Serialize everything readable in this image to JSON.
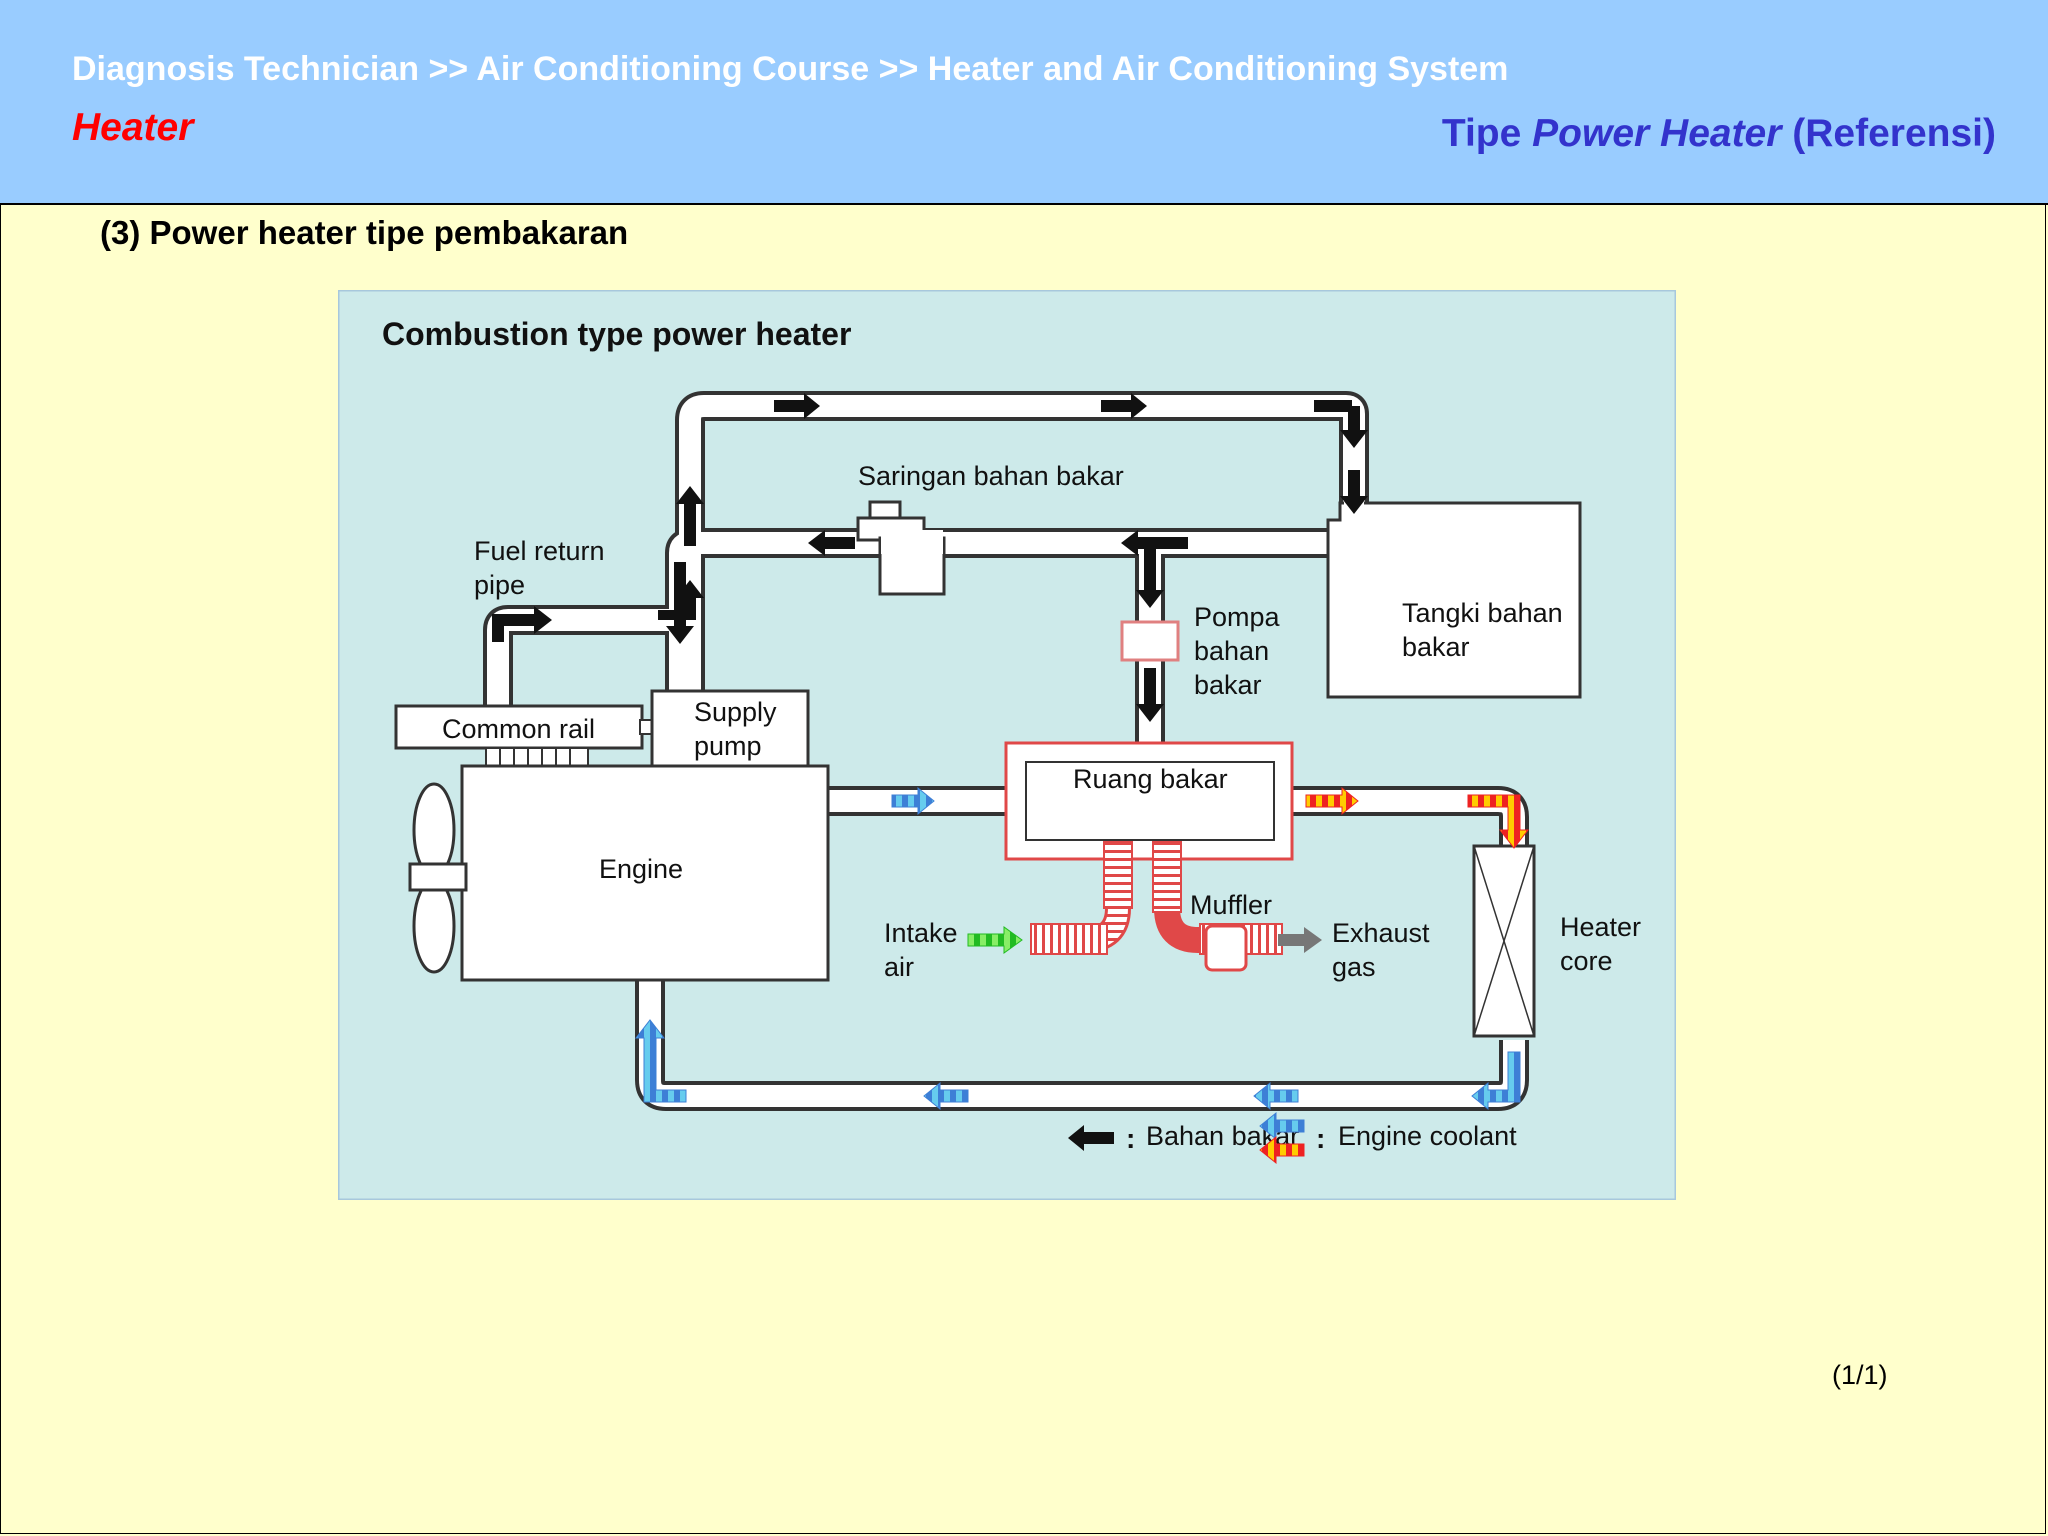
{
  "header": {
    "breadcrumb": "Diagnosis Technician >> Air Conditioning Course >> Heater and Air Conditioning System",
    "section": "Heater",
    "title_prefix": "Tipe ",
    "title_italic": "Power Heater",
    "title_suffix": " (Referensi)"
  },
  "subheading": "(3) Power heater tipe pembakaran",
  "diagram": {
    "title": "Combustion type power heater",
    "labels": {
      "filter": "Saringan bahan bakar",
      "fuel_return_1": "Fuel return",
      "fuel_return_2": "pipe",
      "pump_1": "Pompa",
      "pump_2": "bahan",
      "pump_3": "bakar",
      "tank_1": "Tangki bahan",
      "tank_2": "bakar",
      "common_rail": "Common rail",
      "supply_pump_1": "Supply",
      "supply_pump_2": "pump",
      "combustion_chamber": "Ruang bakar",
      "engine": "Engine",
      "muffler": "Muffler",
      "intake_1": "Intake",
      "intake_2": "air",
      "exhaust_1": "Exhaust",
      "exhaust_2": "gas",
      "heater_core_1": "Heater",
      "heater_core_2": "core"
    },
    "legend": {
      "fuel": "Bahan bakar",
      "coolant": "Engine coolant",
      "separator": ":"
    },
    "colors": {
      "background": "#cdeaea",
      "fuel_arrow": "#000000",
      "coolant_cold": "#3d7fd6",
      "coolant_hot": "#ee2222",
      "intake_arrow": "#33cc33",
      "exhaust_arrow": "#777777",
      "burner_outline": "#e04848"
    }
  },
  "page_number": "(1/1)"
}
